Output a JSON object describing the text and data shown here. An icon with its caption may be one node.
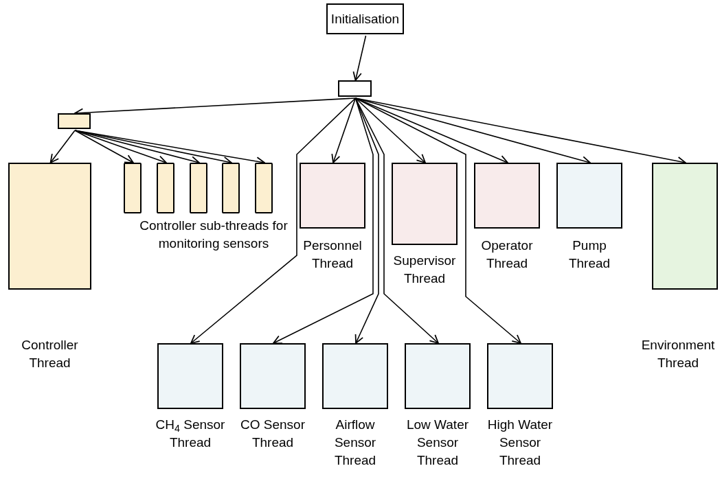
{
  "diagram": {
    "nodes": [
      {
        "text": [
          "Initialisation"
        ]
      },
      {
        "text": [],
        "shape": "box"
      },
      {
        "text": [],
        "shape": "box"
      },
      {
        "text": [
          "Controller Thread"
        ]
      },
      {
        "text": [],
        "shape": "bar"
      },
      {
        "text": [],
        "shape": "bar"
      },
      {
        "text": [],
        "shape": "bar"
      },
      {
        "text": [],
        "shape": "bar"
      },
      {
        "text": [],
        "shape": "bar"
      },
      {
        "text": [
          "Personnel Thread"
        ]
      },
      {
        "text": [
          "Supervisor Thread"
        ]
      },
      {
        "text": [
          "Operator Thread"
        ]
      },
      {
        "text": [
          "Pump Thread"
        ]
      },
      {
        "text": [
          "Environment Thread"
        ]
      },
      {
        "text": [
          "CH$_{4}$ Sensor Thread"
        ]
      },
      {
        "text": [
          "CO Sensor Thread"
        ]
      },
      {
        "text": [
          "Airflow Sensor Thread"
        ]
      },
      {
        "text": [
          "Low Water Sensor Thread"
        ]
      },
      {
        "text": [
          "High Water Sensor Thread"
        ]
      }
    ],
    "edges": [
      {
        "from": 0,
        "to": 1,
        "arrow": "to"
      },
      {
        "from": 1,
        "to": 2,
        "arrow": "to"
      },
      {
        "from": 2,
        "to": 3,
        "arrow": "to"
      },
      {
        "from": 2,
        "to": 4,
        "arrow": "to"
      },
      {
        "from": 2,
        "to": 5,
        "arrow": "to"
      },
      {
        "from": 2,
        "to": 6,
        "arrow": "to"
      },
      {
        "from": 2,
        "to": 7,
        "arrow": "to"
      },
      {
        "from": 2,
        "to": 8,
        "arrow": "to"
      },
      {
        "from": 1,
        "to": 9,
        "arrow": "to"
      },
      {
        "from": 1,
        "to": 10,
        "arrow": "to"
      },
      {
        "from": 1,
        "to": 11,
        "arrow": "to"
      },
      {
        "from": 1,
        "to": 12,
        "arrow": "to"
      },
      {
        "from": 1,
        "to": 13,
        "arrow": "to"
      },
      {
        "from": 1,
        "to": 14,
        "arrow": "to"
      },
      {
        "from": 1,
        "to": 15,
        "arrow": "to"
      },
      {
        "from": 1,
        "to": 16,
        "arrow": "to"
      },
      {
        "from": 1,
        "to": 17,
        "arrow": "to"
      },
      {
        "from": 1,
        "to": 18,
        "arrow": "to"
      }
    ],
    "labels": [
      "Controller sub-threads for monitoring sensors"
    ]
  }
}
